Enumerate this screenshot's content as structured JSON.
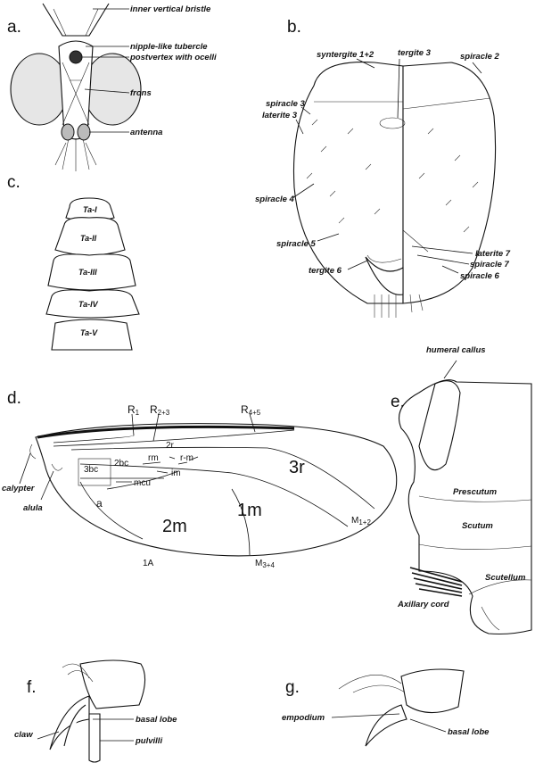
{
  "panels": {
    "a": "a.",
    "b": "b.",
    "c": "c.",
    "d": "d.",
    "e": "e.",
    "f": "f.",
    "g": "g."
  },
  "head_labels": {
    "inner_vertical_bristle": "inner vertical bristle",
    "nipple_tubercle": "nipple-like tubercle",
    "postvertex": "postvertex with ocelli",
    "frons": "frons",
    "antenna": "antenna"
  },
  "abdomen_labels": {
    "syntergite": "syntergite 1+2",
    "tergite3": "tergite 3",
    "spiracle2": "spiracle 2",
    "spiracle3": "spiracle 3",
    "laterite3": "laterite 3",
    "spiracle4": "spiracle 4",
    "spiracle5": "spiracle 5",
    "tergite6": "tergite 6",
    "laterite7": "laterite 7",
    "spiracle7": "spiracle 7",
    "spiracle6": "spiracle 6"
  },
  "tarsi": [
    "Ta-I",
    "Ta-II",
    "Ta-III",
    "Ta-IV",
    "Ta-V"
  ],
  "wing_labels": {
    "R1_main": "R",
    "R1_sub": "1",
    "R23_main": "R",
    "R23_sub": "2+3",
    "R45_main": "R",
    "R45_sub": "4+5",
    "cell_2r": "2r",
    "rm": "rm",
    "r_m": "r-m",
    "im": "im",
    "mcu": "mcu",
    "cell_3bc": "3bc",
    "cell_2bc": "2bc",
    "cell_a": "a",
    "cell_3r": "3r",
    "cell_1m": "1m",
    "cell_2m": "2m",
    "M12_main": "M",
    "M12_sub": "1+2",
    "M34_main": "M",
    "M34_sub": "3+4",
    "A1": "1A",
    "calypter": "calypter",
    "alula": "alula"
  },
  "thorax_labels": {
    "humeral": "humeral callus",
    "prescutum": "Prescutum",
    "scutum": "Scutum",
    "scutellum": "Scutellum",
    "axillary": "Axillary cord"
  },
  "leg_labels": {
    "basal_lobe_f": "basal lobe",
    "claw": "claw",
    "pulvilli": "pulvilli",
    "empodium": "empodium",
    "basal_lobe_g": "basal lobe"
  }
}
